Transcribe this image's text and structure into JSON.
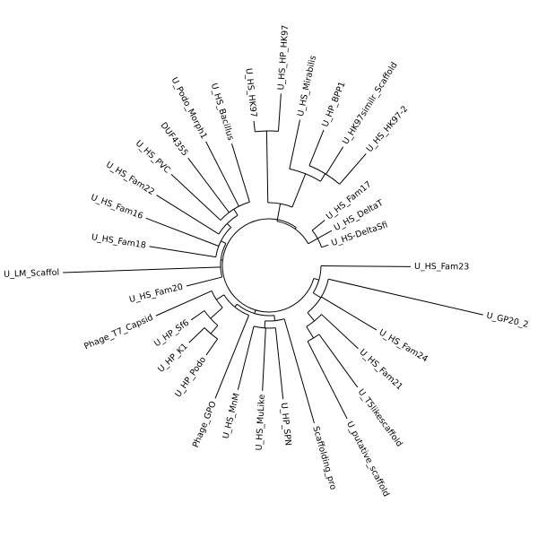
{
  "chart_data": {
    "type": "tree",
    "layout": "circular-phylogram",
    "colors": {
      "line": "#000000",
      "text": "#000000",
      "background": "#ffffff"
    },
    "tips": [
      "U_HS_Fam23",
      "U_GP20_2",
      "U_HS_Fam24",
      "U_HS_Fam21",
      "U_T5likescaffold",
      "U_putative_scaffold",
      "Scaffolding_pro",
      "U_HP_SPN",
      "U_HS_MuLike",
      "U_HS_MnM",
      "Phage_GPO",
      "U_HP_Podo",
      "U_HP_K1",
      "U_HP_Sf6",
      "Phage_T7_Capsid",
      "U_HS_Fam20",
      "U_LM_Scaffol",
      "U_HS_Fam18",
      "U_HS_Fam16",
      "U_HS_Fam22",
      "U_HS_PVC",
      "DUF4355",
      "U_Podo_Morph1",
      "U_HS_Bacillus",
      "U_HS_HK97",
      "U_HS_HP_HK97",
      "U_HS_Mirabilis",
      "U_HP_BPP1",
      "U_HK97similr_Scaffold",
      "U_HS_HK97-2",
      "U_HS_Fam17",
      "U_HS_DeltaT",
      "U_HS-DeltaSfi"
    ]
  }
}
